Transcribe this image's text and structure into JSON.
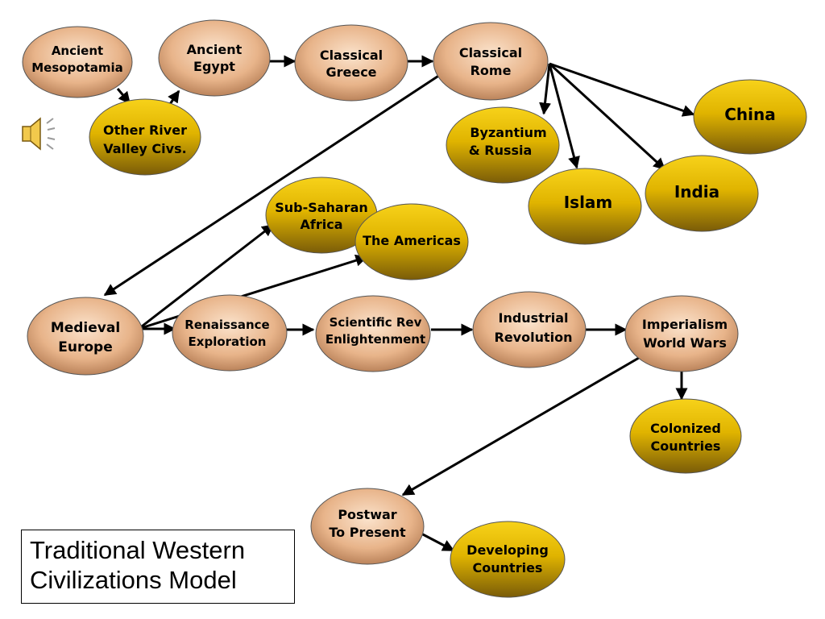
{
  "colors": {
    "tan": "#e8b48a",
    "gold": "#d8b000",
    "edge": "#000000"
  },
  "nodes": {
    "ancient_mesopotamia": [
      "Ancient",
      "Mesopotamia"
    ],
    "ancient_egypt": [
      "Ancient",
      "Egypt"
    ],
    "classical_greece": [
      "Classical",
      "Greece"
    ],
    "classical_rome": [
      "Classical",
      "Rome"
    ],
    "other_river_valley": [
      "Other River",
      "Valley Civs."
    ],
    "byzantium_russia": [
      "Byzantium",
      "& Russia"
    ],
    "china": [
      "China"
    ],
    "islam": [
      "Islam"
    ],
    "india": [
      "India"
    ],
    "sub_saharan_africa": [
      "Sub-Saharan",
      "Africa"
    ],
    "the_americas": [
      "The Americas"
    ],
    "medieval_europe": [
      "Medieval",
      "Europe"
    ],
    "renaissance": [
      "Renaissance",
      "Exploration"
    ],
    "scientific_rev": [
      "Scientific Rev",
      "Enlightenment"
    ],
    "industrial_rev": [
      "Industrial",
      "Revolution"
    ],
    "imperialism": [
      "Imperialism",
      "World Wars"
    ],
    "colonized": [
      "Colonized",
      "Countries"
    ],
    "postwar": [
      "Postwar",
      "To Present"
    ],
    "developing": [
      "Developing",
      "Countries"
    ]
  },
  "caption": {
    "line1": "Traditional Western",
    "line2": "Civilizations Model"
  },
  "icons": {
    "audio": "speaker-sound-icon"
  }
}
